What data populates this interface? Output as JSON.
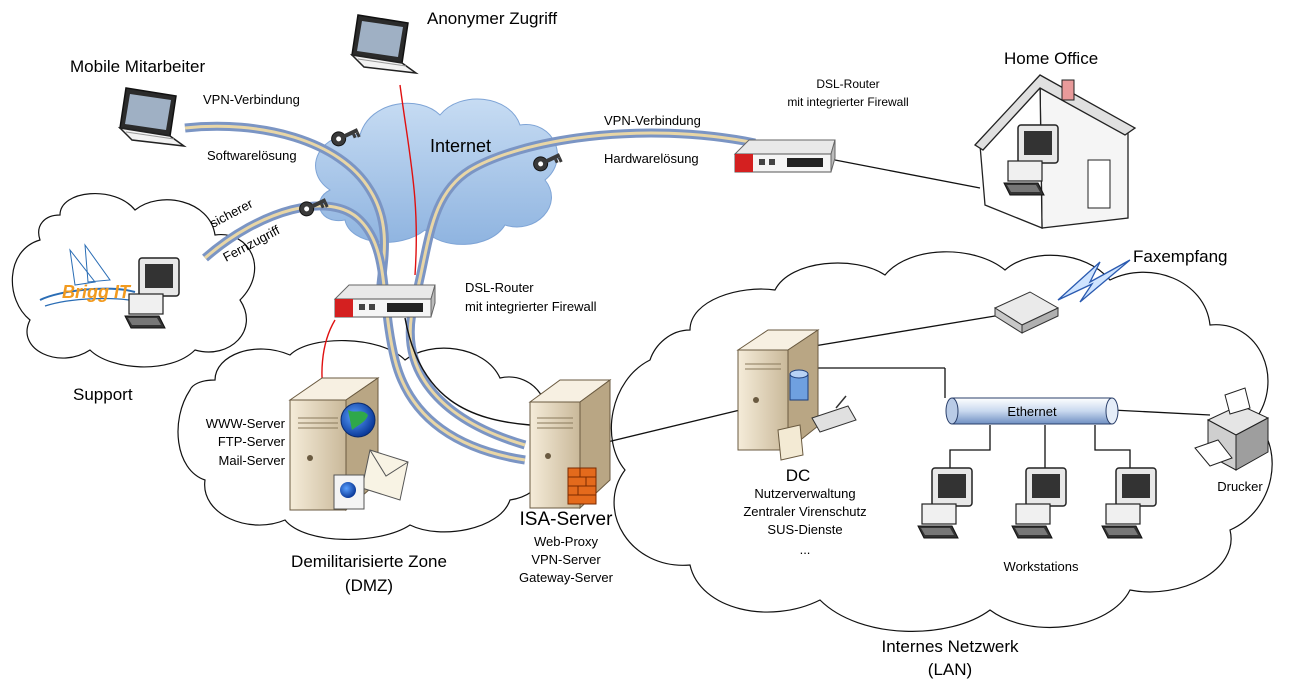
{
  "labels": {
    "anon_access": "Anonymer Zugriff",
    "mobile_staff": "Mobile Mitarbeiter",
    "vpn_conn_left": "VPN-Verbindung",
    "software_solution": "Softwarelösung",
    "internet": "Internet",
    "secure": "sicherer",
    "remote_access": "Fernzugriff",
    "support": "Support",
    "brand_logo": "Brigg IT",
    "dsl_router_center_line1": "DSL-Router",
    "dsl_router_center_line2": "mit integrierter Firewall",
    "dsl_router_right_line1": "DSL-Router",
    "dsl_router_right_line2": "mit integrierter Firewall",
    "vpn_conn_right": "VPN-Verbindung",
    "hardware_solution": "Hardwarelösung",
    "home_office": "Home Office",
    "fax_reception": "Faxempfang",
    "dmz_servers": [
      "WWW-Server",
      "FTP-Server",
      "Mail-Server"
    ],
    "dmz_title_line1": "Demilitarisierte Zone",
    "dmz_title_line2": "(DMZ)",
    "isa_server": "ISA-Server",
    "isa_roles": [
      "Web-Proxy",
      "VPN-Server",
      "Gateway-Server"
    ],
    "dc": "DC",
    "dc_roles": [
      "Nutzerverwaltung",
      "Zentraler Virenschutz",
      "SUS-Dienste",
      "..."
    ],
    "ethernet": "Ethernet",
    "printer": "Drucker",
    "workstations": "Workstations",
    "lan_line1": "Internes Netzwerk",
    "lan_line2": "(LAN)"
  },
  "icons": [
    "laptop-icon",
    "key-icon",
    "router-icon",
    "server-icon",
    "globe-icon",
    "workstation-icon",
    "printer-icon",
    "modem-icon",
    "house-icon",
    "lightning-icon",
    "cloud-icon",
    "firewall-icon",
    "database-icon"
  ],
  "colors": {
    "cloud_fill": "#a9c9ec",
    "vpn_tube": "#9dbce0",
    "anon_line": "#e01010",
    "router_red": "#d42020",
    "server_beige": "#e9dcc4",
    "logo_orange": "#f29a1e",
    "logo_blue": "#2a6db5"
  }
}
